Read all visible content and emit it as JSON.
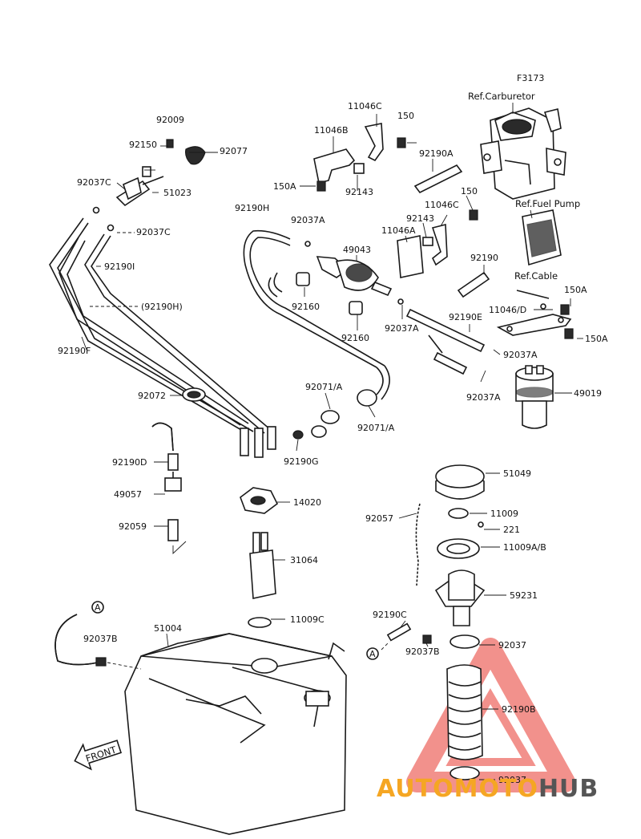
{
  "diagram_code": "F3173",
  "ref_labels": {
    "carburetor": "Ref.Carburetor",
    "fuel_pump": "Ref.Fuel Pump",
    "cable": "Ref.Cable"
  },
  "part_labels": {
    "p92009": "92009",
    "p92150": "92150",
    "p92077": "92077",
    "p92037c_a": "92037C",
    "p51023": "51023",
    "p92037c_b": "92037C",
    "p92190i": "92190I",
    "p92190h_paren": "(92190H)",
    "p92190f": "92190F",
    "p92072": "92072",
    "p92190h": "92190H",
    "p92037a_a": "92037A",
    "p11046c_a": "11046C",
    "p150_a": "150",
    "p11046b": "11046B",
    "p150a_a": "150A",
    "p92143_a": "92143",
    "p92190a": "92190A",
    "p150_b": "150",
    "p11046c_b": "11046C",
    "p92143_b": "92143",
    "p11046a": "11046A",
    "p49043": "49043",
    "p92160_a": "92160",
    "p92160_b": "92160",
    "p92037a_b": "92037A",
    "p92190": "92190",
    "p150a_b": "150A",
    "p11046d": "11046/D",
    "p92190e": "92190E",
    "p150a_c": "150A",
    "p92037a_c": "92037A",
    "p92037a_d": "92037A",
    "p49019": "49019",
    "p92071a_a": "92071/A",
    "p92071a_b": "92071/A",
    "p92190g": "92190G",
    "p92190d": "92190D",
    "p49057": "49057",
    "p92059": "92059",
    "p14020": "14020",
    "p31064": "31064",
    "p11009c": "11009C",
    "p51049": "51049",
    "p92057": "92057",
    "p11009": "11009",
    "p221": "221",
    "p11009ab": "11009A/B",
    "p59231": "59231",
    "p92190c": "92190C",
    "p92037b_a": "92037B",
    "p92037_a": "92037",
    "p92190b": "92190B",
    "p92037_b": "92037",
    "p51004": "51004",
    "p92037b_b": "92037B"
  },
  "connectors": {
    "a_top": "A",
    "a_bottom": "A"
  },
  "front_label": "FRONT",
  "watermark": {
    "part1": "AUTOMOTO",
    "part2": "HUB",
    "color_red": "#e8392f",
    "color_orange": "#f5a623",
    "color_gray": "#555555"
  }
}
